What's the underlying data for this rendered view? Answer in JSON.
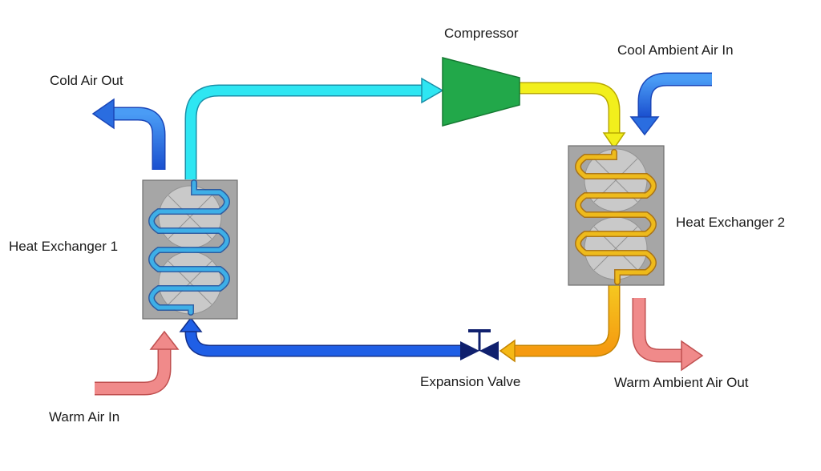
{
  "labels": {
    "compressor": "Compressor",
    "cool_ambient_air_in": "Cool Ambient Air In",
    "cold_air_out": "Cold Air Out",
    "heat_exchanger_1": "Heat Exchanger 1",
    "heat_exchanger_2": "Heat Exchanger 2",
    "expansion_valve": "Expansion Valve",
    "warm_ambient_air_out": "Warm Ambient Air Out",
    "warm_air_in": "Warm Air In"
  },
  "colors": {
    "suction_line": "#2ee6f2",
    "discharge_line": "#f2ef1c",
    "liquid_line": "#f5b816",
    "return_line": "#1f5fe6",
    "cold_air": "#2a6de0",
    "warm_air": "#f08a8a",
    "compressor": "#22a84a",
    "exchanger_box": "#a6a6a6",
    "valve": "#10206e"
  }
}
